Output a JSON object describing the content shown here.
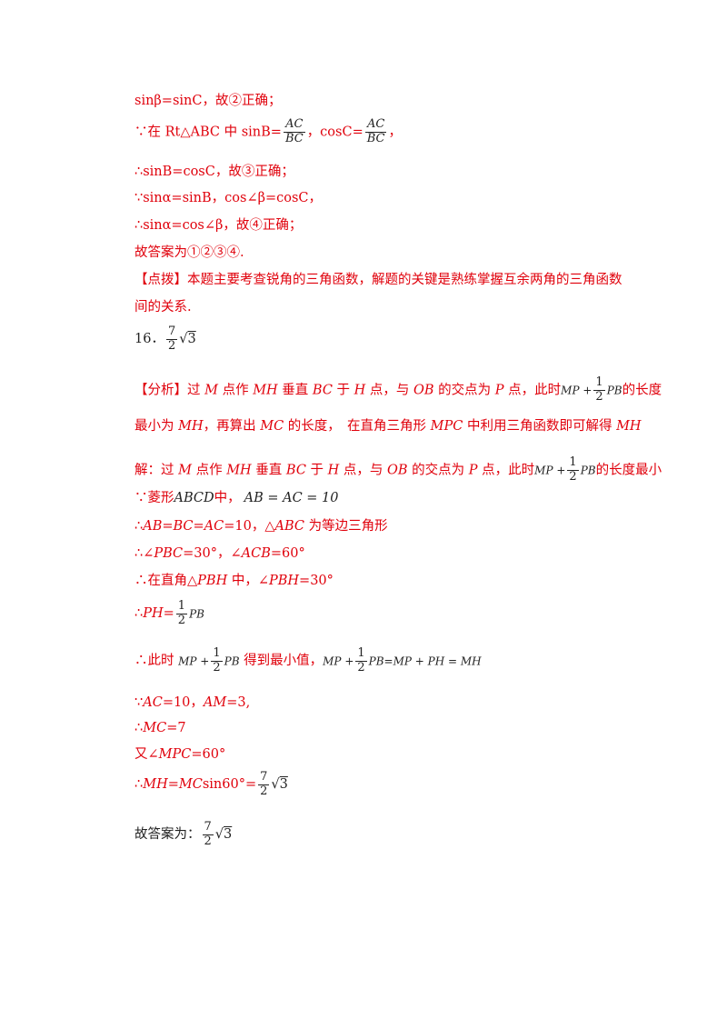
{
  "lines": {
    "l1": "sinβ=sinC，故②正确；",
    "l2_pre": "∵在 Rt△ABC 中 sinB=",
    "l2_f1_num": "AC",
    "l2_f1_den": "BC",
    "l2_mid": "，cosC=",
    "l2_f2_num": "AC",
    "l2_f2_den": "BC",
    "l2_post": "，",
    "l3": "∴sinB=cosC，故③正确；",
    "l4": "∵sinα=sinB，cos∠β=cosC，",
    "l5": "∴sinα=cos∠β，故④正确；",
    "l6": "故答案为①②③④.",
    "l7a": "【点拨】本题主要考查锐角的三角函数，解题的关键是熟练掌握互余两角的三角函数",
    "l7b": "间的关系.",
    "q16_label": "16．",
    "q16_num": "7",
    "q16_den": "2",
    "q16_rad": "3",
    "a1_pre": "【分析】过 ",
    "a1_M": "M",
    "a1_t1": " 点作 ",
    "a1_MH": "MH",
    "a1_t2": " 垂直 ",
    "a1_BC": "BC",
    "a1_t3": " 于 ",
    "a1_H": "H",
    "a1_t4": " 点，与 ",
    "a1_OB": "OB",
    "a1_t5": " 的交点为 ",
    "a1_P": "P",
    "a1_t6": " 点，此时",
    "a1_expr_a": "MP +",
    "a1_frac_num": "1",
    "a1_frac_den": "2",
    "a1_expr_b": "PB",
    "a1_post": "的长度",
    "a2_pre": "最小为 ",
    "a2_MH": "MH",
    "a2_t1": "，再算出 ",
    "a2_MC": "MC",
    "a2_t2": " 的长度，　在直角三角形 ",
    "a2_MPC": "MPC",
    "a2_t3": " 中利用三角函数即可解得 ",
    "a2_MH2": "MH",
    "s1_pre": "解：过 ",
    "s1_M": "M",
    "s1_t1": " 点作 ",
    "s1_MH": "MH",
    "s1_t2": " 垂直 ",
    "s1_BC": "BC",
    "s1_t3": " 于 ",
    "s1_H": "H",
    "s1_t4": " 点，与 ",
    "s1_OB": "OB",
    "s1_t5": " 的交点为 ",
    "s1_P": "P",
    "s1_t6": " 点，此时",
    "s1_expr_a": "MP +",
    "s1_frac_num": "1",
    "s1_frac_den": "2",
    "s1_expr_b": "PB",
    "s1_post": "的长度最小",
    "s2_pre": "∵菱形",
    "s2_ABCD": "ABCD",
    "s2_t1": "中，",
    "s2_eq": "AB = AC = 10",
    "s3_pre": "∴",
    "s3_eq": "AB=BC=AC",
    "s3_t1": "=10，△",
    "s3_ABC": "ABC",
    "s3_t2": " 为等边三角形",
    "s4_pre": "∴∠",
    "s4_PBC": "PBC",
    "s4_t1": "=30°，∠",
    "s4_ACB": "ACB",
    "s4_t2": "=60°",
    "s5_pre": "∴在直角△",
    "s5_PBH": "PBH",
    "s5_t1": " 中，∠",
    "s5_PBH2": "PBH",
    "s5_t2": "=30°",
    "s6_pre": "∴",
    "s6_PH": "PH",
    "s6_eq": "=",
    "s6_num": "1",
    "s6_den": "2",
    "s6_PB": "PB",
    "s7_pre": "∴此时 ",
    "s7_expr_a": "MP +",
    "s7_num": "1",
    "s7_den": "2",
    "s7_expr_b": "PB",
    "s7_t1": " 得到最小值，",
    "s7_expr2_a": "MP +",
    "s7_num2": "1",
    "s7_den2": "2",
    "s7_expr2_b": "PB=MP + PH = MH",
    "s8_pre": "∵",
    "s8_AC": "AC",
    "s8_t1": "=10，",
    "s8_AM": "AM",
    "s8_t2": "=3,",
    "s9_pre": "∴",
    "s9_MC": "MC",
    "s9_t1": "=7",
    "s10_pre": "又∠",
    "s10_MPC": "MPC",
    "s10_t1": "=60°",
    "s11_pre": "∴",
    "s11_MH": "MH",
    "s11_t1": "=",
    "s11_MC": "MC",
    "s11_t2": "sin60°=",
    "s11_num": "7",
    "s11_den": "2",
    "s11_rad": "3",
    "s12_pre": "故答案为：",
    "s12_num": "7",
    "s12_den": "2",
    "s12_rad": "3"
  }
}
